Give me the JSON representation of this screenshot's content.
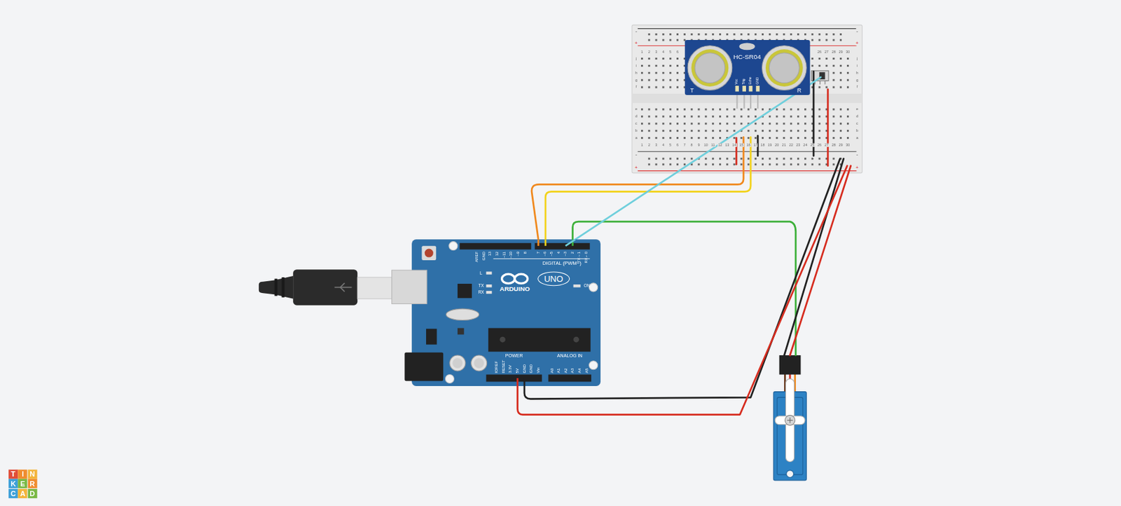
{
  "diagram": {
    "nodes": [
      {
        "text": [
          "ARDUINO"
        ]
      },
      {
        "text": [
          "UNO"
        ],
        "in": 0
      },
      {
        "text": [
          "HC-SR04"
        ]
      },
      {
        "text": [
          "T"
        ]
      },
      {
        "text": [
          "I"
        ]
      },
      {
        "text": [
          "N"
        ]
      },
      {
        "text": [
          "K"
        ]
      },
      {
        "text": [
          "E"
        ]
      },
      {
        "text": [
          "R"
        ]
      },
      {
        "text": [
          "C"
        ]
      },
      {
        "text": [
          "A"
        ]
      },
      {
        "text": [
          "D"
        ]
      }
    ],
    "labels": [
      "AREF",
      "GND",
      "13",
      "12",
      "~11",
      "~10",
      "~9",
      "8",
      "7",
      "~6",
      "~5",
      "4",
      "~3",
      "2",
      "TX→1",
      "RX←0",
      "DIGITAL (PWM~)",
      "L",
      "TX",
      "RX",
      "ON",
      "IOREF",
      "RESET",
      "3.3V",
      "5V",
      "GND",
      "GND",
      "Vin",
      "POWER",
      "ANALOG IN",
      "A0",
      "A1",
      "A2",
      "A3",
      "A4",
      "A5",
      "T",
      "R",
      "Vcc",
      "Trig",
      "Echo",
      "GND",
      "1",
      "2",
      "3",
      "4",
      "5",
      "6",
      "26",
      "27",
      "28",
      "29",
      "30",
      "1",
      "2",
      "3",
      "4",
      "5",
      "6",
      "7",
      "8",
      "9",
      "10",
      "11",
      "12",
      "13",
      "14",
      "15",
      "16",
      "17",
      "18",
      "19",
      "20",
      "21",
      "22",
      "23",
      "24",
      "25",
      "26",
      "27",
      "28",
      "29",
      "30",
      "j",
      "i",
      "h",
      "g",
      "f",
      "e",
      "d",
      "c",
      "b",
      "a",
      "j",
      "i",
      "h",
      "g",
      "f",
      "e",
      "d",
      "c",
      "b",
      "a",
      "-",
      "+",
      "-",
      "+",
      "-",
      "+",
      "-",
      "+"
    ]
  }
}
